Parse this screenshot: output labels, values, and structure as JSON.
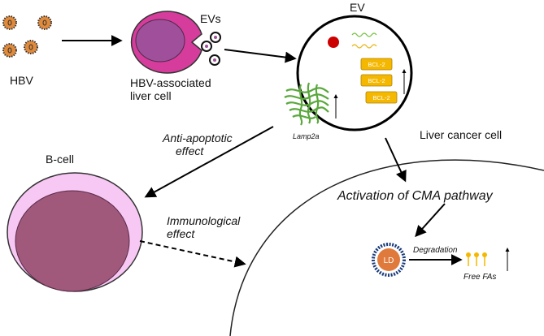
{
  "labels": {
    "hbv": "HBV",
    "evs": "EVs",
    "hbv_cell_line1": "HBV-associated",
    "hbv_cell_line2": "liver cell",
    "ev": "EV",
    "lamp2a": "Lamp2a",
    "liver_cancer_cell": "Liver cancer cell",
    "anti_line1": "Anti-apoptotic",
    "anti_line2": "effect",
    "bcell": "B-cell",
    "immuno_line1": "Immunological",
    "immuno_line2": "effect",
    "cma": "Activation of  CMA pathway",
    "ld": "LD",
    "degradation": "Degradation",
    "free_fas": "Free FAs",
    "bcl2": [
      "BCL-2",
      "BCL-2",
      "BCL-2"
    ]
  },
  "colors": {
    "virus_core": "#e08a3c",
    "hbv_cell_outer": "#d63c9c",
    "hbv_cell_inner": "#a0509a",
    "ev_dot": "#cc0000",
    "bcl2_fill": "#f5b800",
    "lamp2a": "#5aa83c",
    "bcell_outer": "#f8c8f4",
    "bcell_inner": "#a0597a",
    "ld_fill": "#e07a3c",
    "ld_ring": "#1a3a7a",
    "fa": "#f5b800"
  }
}
